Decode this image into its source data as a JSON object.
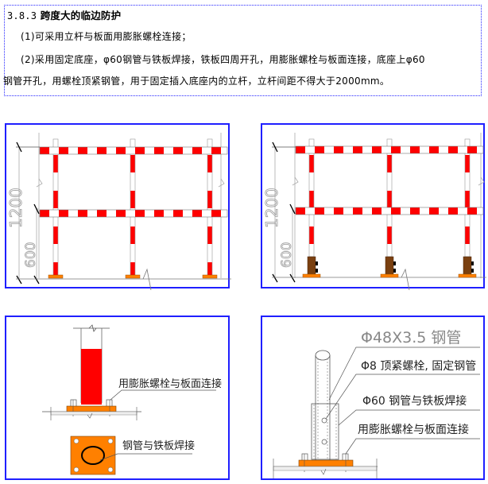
{
  "section": {
    "number": "3.8.3",
    "title": "跨度大的临边防护",
    "paragraphs": [
      "(1)可采用立杆与板面用膨胀螺栓连接；",
      "(2)采用固定底座，φ60钢管与铁板焊接，铁板四周开孔，用膨胀螺栓与板面连接，底座上φ60",
      "钢管开孔，用螺栓顶紧钢管，用于固定插入底座内的立杆，立杆间距不得大于2000mm。"
    ]
  },
  "figures": {
    "elevation_bolted": {
      "dim_total": "1200",
      "dim_lower": "600"
    },
    "elevation_socket": {
      "dim_total": "1200",
      "dim_lower": "600"
    },
    "detail_bolted": {
      "label_bolt": "用膨胀螺栓与板面连接",
      "label_weld": "钢管与铁板焊接"
    },
    "detail_socket": {
      "label_pipe": "Φ48X3.5 钢管",
      "label_top_bolt": "Φ8 顶紧螺栓, 固定钢管",
      "label_socket": "Φ60 钢管与铁板焊接",
      "label_anchor": "用膨胀螺栓与板面连接"
    }
  },
  "colors": {
    "frame_border": "#1f1fff",
    "text_border": "#2a2aff",
    "warning_red": "#ff0000",
    "base_plate_orange": "#ff8000",
    "socket_brown": "#7a4010"
  }
}
